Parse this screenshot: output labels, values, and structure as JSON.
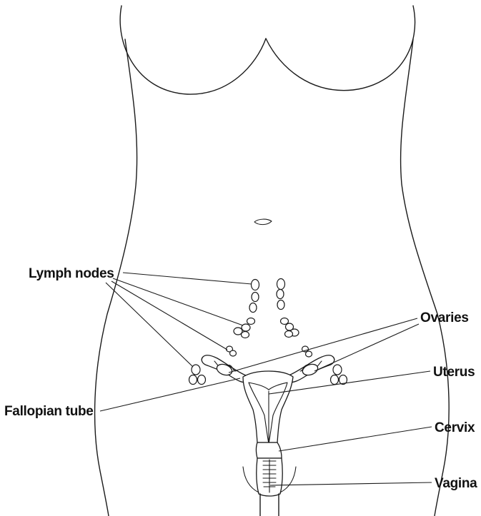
{
  "labels": {
    "lymph_nodes": "Lymph nodes",
    "ovaries": "Ovaries",
    "uterus": "Uterus",
    "fallopian_tube": "Fallopian tube",
    "cervix": "Cervix",
    "vagina": "Vagina"
  }
}
